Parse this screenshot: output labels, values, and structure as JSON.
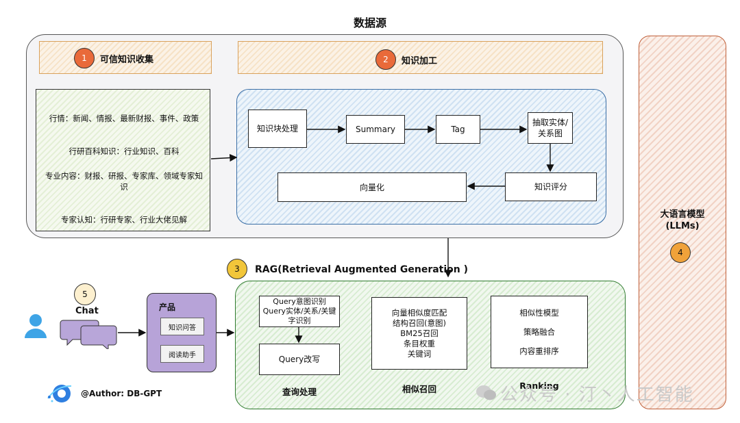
{
  "title": "数据源",
  "stage1": {
    "num": "1",
    "label": "可信知识收集"
  },
  "stage2": {
    "num": "2",
    "label": "知识加工"
  },
  "sources": [
    "行情：新闻、情报、最新财报、事件、政策",
    "行研百科知识：行业知识、百科",
    "专业内容：财报、研报、专家库、领域专家知识",
    "专家认知：行研专家、行业大佬见解"
  ],
  "processing": {
    "chunk": "知识块处理",
    "summary": "Summary",
    "tag": "Tag",
    "extract": "抽取实体/关系图",
    "score": "知识评分",
    "vector": "向量化"
  },
  "llm": {
    "num": "4",
    "line1": "大语言模型",
    "line2": "(LLMs)"
  },
  "rag": {
    "num": "3",
    "title": "RAG(Retrieval Augmented Generation )",
    "query_box1": "Query意图识别\nQuery实体/关系/关键字识别",
    "query_box2": "Query改写",
    "query_label": "查询处理",
    "recall_items": [
      "向量相似度匹配",
      "结构召回(意图)",
      "BM25召回",
      "条目权重",
      "关键词"
    ],
    "recall_label": "相似召回",
    "rank_items": [
      "相似性模型",
      "策略融合",
      "内容重排序"
    ],
    "rank_label": "Ranking"
  },
  "chat": {
    "num": "5",
    "label": "Chat"
  },
  "product": {
    "title": "产品",
    "items": [
      "知识问答",
      "阅读助手"
    ]
  },
  "author": "@Author: DB-GPT",
  "watermark": "公众号 · 汀丶人工智能"
}
